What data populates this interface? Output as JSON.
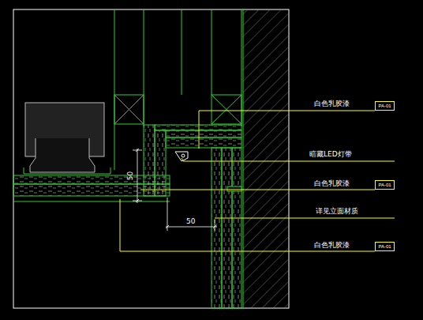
{
  "diagram": {
    "nodes": [
      {
        "text": [
          "PA-01"
        ]
      },
      {
        "text": [
          "PA-01"
        ]
      },
      {
        "text": [
          "PA-01"
        ]
      }
    ],
    "labels": [
      "白色乳胶漆",
      "暗藏LED灯带",
      "白色乳胶漆",
      "详见立面材质",
      "白色乳胶漆",
      "50",
      "50"
    ]
  }
}
